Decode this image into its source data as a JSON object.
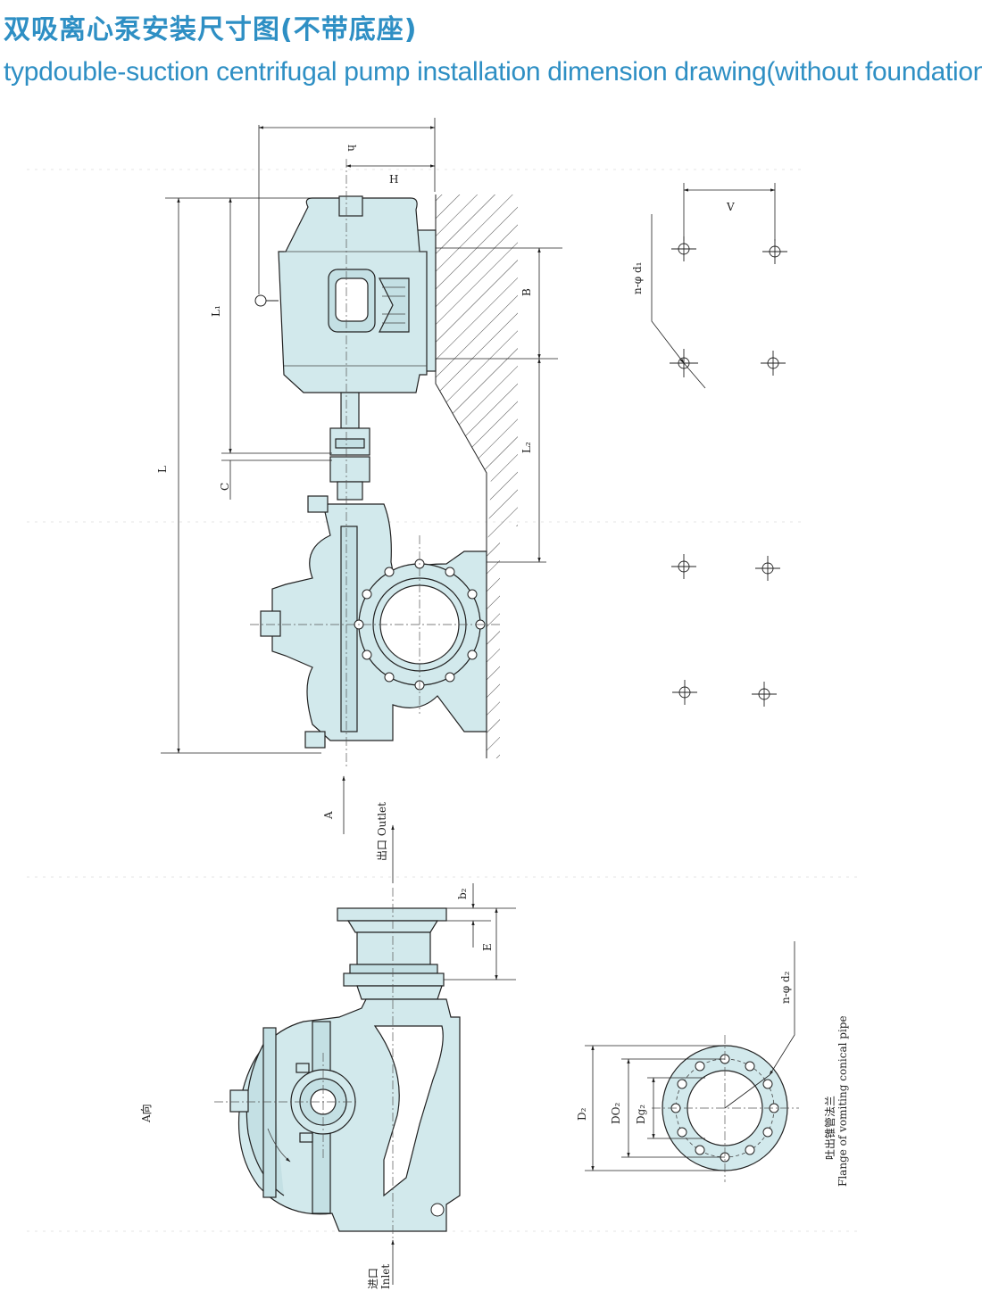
{
  "title": {
    "cn": "双吸离心泵安装尺寸图(不带底座)",
    "en": "typdouble-suction centrifugal pump installation dimension drawing(without foundation)"
  },
  "top_view": {
    "labels": {
      "h": "h",
      "H": "H",
      "L": "L",
      "L1": "L₁",
      "C": "C",
      "B": "B",
      "L2": "L₂",
      "A": "A",
      "V": "V",
      "nd1": "n-φ d₁"
    }
  },
  "side_view": {
    "labels": {
      "outlet": "出口 Outlet",
      "inlet_cn": "进口",
      "inlet_en": "Inlet",
      "a_dir": "A向",
      "b2": "b₂",
      "E": "E"
    }
  },
  "flange_view": {
    "labels": {
      "D2": "D₂",
      "DO2": "DO₂",
      "Dg2": "Dg₂",
      "nd2": "n-φ d₂",
      "caption_cn": "吐出锥管法兰",
      "caption_en": "Flange of vomiting conical pipe"
    }
  },
  "colors": {
    "title": "#2e8fc4",
    "body_fill": "#d2e9ec",
    "line": "#222222"
  }
}
